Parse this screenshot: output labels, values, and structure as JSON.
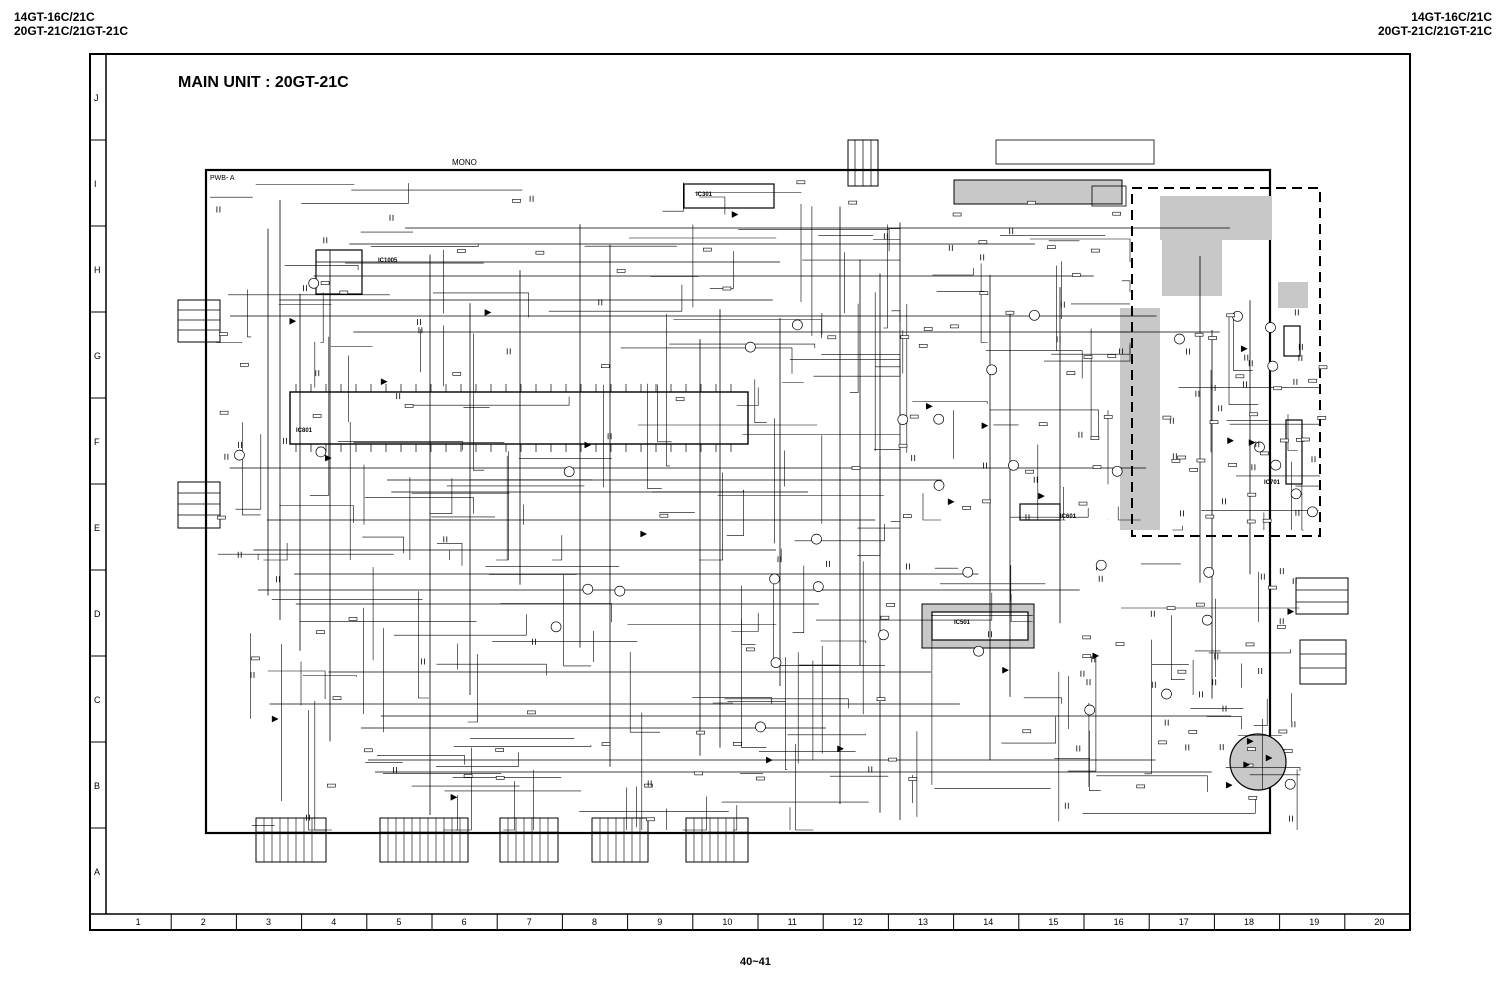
{
  "header": {
    "left_line1": "14GT-16C/21C",
    "left_line2": "20GT-21C/21GT-21C",
    "right_line1": "14GT-16C/21C",
    "right_line2": "20GT-21C/21GT-21C"
  },
  "title": "MAIN UNIT : 20GT-21C",
  "page_number": "40~41",
  "row_labels": [
    "J",
    "I",
    "H",
    "G",
    "F",
    "E",
    "D",
    "C",
    "B",
    "A"
  ],
  "column_labels": [
    "1",
    "2",
    "3",
    "4",
    "5",
    "6",
    "7",
    "8",
    "9",
    "10",
    "11",
    "12",
    "13",
    "14",
    "15",
    "16",
    "17",
    "18",
    "19",
    "20"
  ],
  "board": {
    "label": "PWB- A",
    "mono_label": "MONO"
  },
  "ic_labels": {
    "ic1005": "IC1005",
    "ic301": "IC301",
    "ic801": "IC801",
    "ic501": "IC501",
    "ic601": "IC601",
    "ic701": "IC701"
  },
  "colors": {
    "line": "#000000",
    "shade": "#c8c8c8",
    "paper": "#ffffff"
  }
}
